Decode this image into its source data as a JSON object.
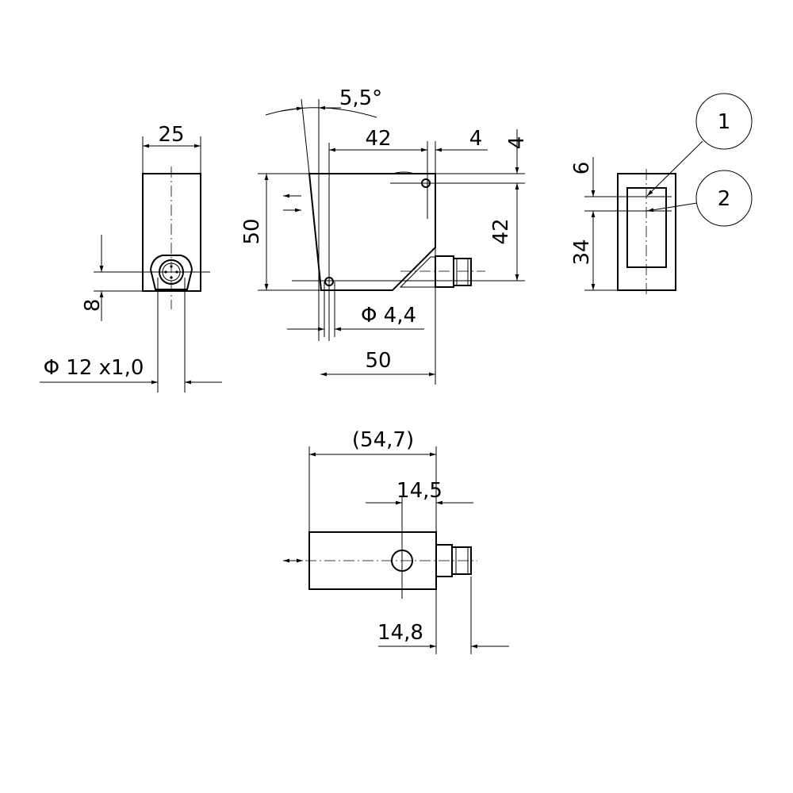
{
  "side_view": {
    "width_dim": "25",
    "connector_offset_dim": "8",
    "thread_dim": "Φ 12  x1,0"
  },
  "front_view": {
    "angle_dim": "5,5°",
    "hole_spacing_h": "42",
    "hole_edge_h": "4",
    "hole_edge_v": "4",
    "hole_spacing_v": "42",
    "height_dim": "50",
    "hole_diameter": "Φ 4,4",
    "width_dim": "50"
  },
  "rear_view": {
    "top_dim": "6",
    "bottom_dim": "34",
    "callout_1": "1",
    "callout_2": "2"
  },
  "bottom_view": {
    "overall_length": "(54,7)",
    "hole_offset": "14,5",
    "connector_length": "14,8"
  }
}
